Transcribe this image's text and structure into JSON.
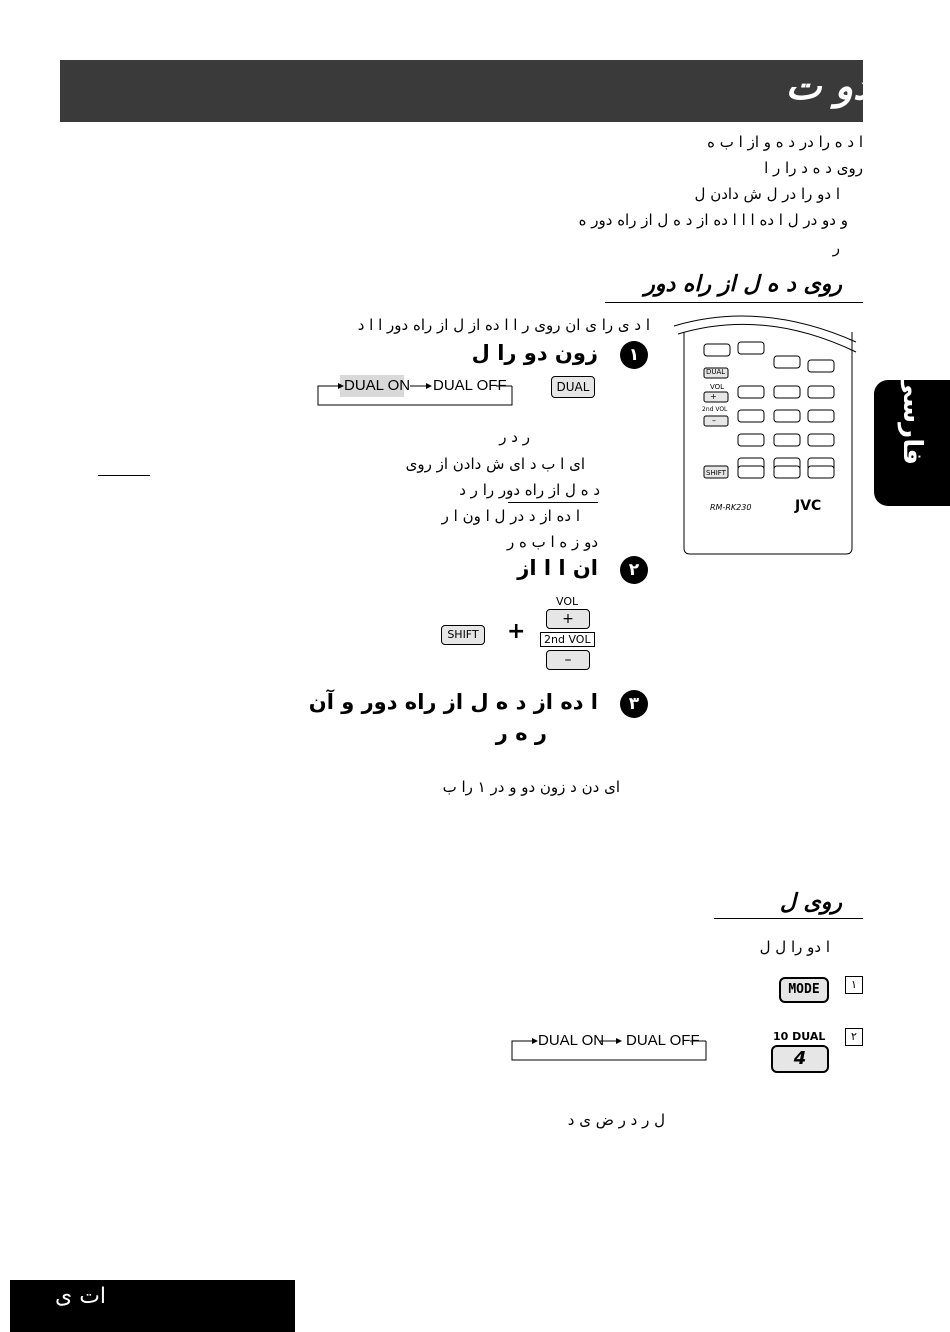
{
  "header": {
    "title": "دو   ت"
  },
  "intro": [
    "ا          د        ه                  را                                            در        د       ه                 و از       ا      ب      ه",
    "روی د      ه د         را         ر      ا",
    "ا            دو       را در       ل    ش دادن                                    ل",
    "و              دو       در      ل ا     ده ا            ا        ا       ده از د        ه        ل از راه دور                   ه",
    "ر"
  ],
  "section1": {
    "heading": "روی د      ه      ل از راه دور",
    "lead": "ا                 د        ی  را   ی  ان روی       ر             ا       ا      ده از     ل از راه دور ا       ا     د",
    "step1": {
      "num": "١",
      "text": "زون دو            را         ل"
    },
    "cycle1": {
      "a": "DUAL ON",
      "b": "DUAL OFF",
      "button": "DUAL"
    },
    "notes": [
      "ر     د    ر",
      "ای ا          ب           د         ای     ش دادن از                    روی",
      "د              ه         ل از راه دور  را       ر   د",
      "ا        ده از د             در            ل            ا          ون          ا              ر",
      "دو                ز ه ا        ب        ه       ر"
    ],
    "step2": {
      "num": "٢",
      "text": "ان       ا ا از"
    },
    "keys": {
      "shift": "SHIFT",
      "vol": "VOL",
      "plus": "+",
      "second_vol": "2nd VOL",
      "minus": "–",
      "combine": "+"
    },
    "step3": {
      "num": "٣",
      "line1": "ا        ده از د        ه       ل از راه دور و           آن",
      "line2": "ر              ه                  ر"
    },
    "footnote": "ای             دن              د زون دو         و                     در             ١ را     ب"
  },
  "section2": {
    "heading": "روی            ل",
    "lead": "ا               دو       را      ل           ل",
    "step1": {
      "box": "١",
      "button": "MODE"
    },
    "step2": {
      "box": "٢",
      "key_label": "10 DUAL",
      "key_num": "4"
    },
    "cycle2": {
      "a": "DUAL ON",
      "b": "DUAL OFF"
    },
    "note": "ل               ر    د    ر                   ض     ی    د"
  },
  "remote": {
    "model": "RM-RK230",
    "brand": "JVC",
    "dual": "DUAL",
    "vol": "VOL",
    "plus": "+",
    "second_vol": "2nd VOL",
    "minus": "–",
    "shift": "SHIFT"
  },
  "sidetab": {
    "label": "فارسی"
  },
  "footer": {
    "text": "ات     ی"
  }
}
